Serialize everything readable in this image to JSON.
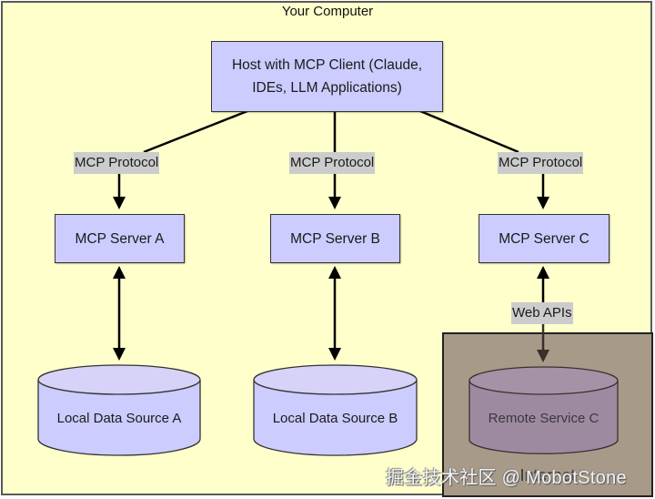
{
  "diagram": {
    "frame_title": "Your Computer",
    "host": {
      "line1": "Host with MCP Client (Claude,",
      "line2": "IDEs, LLM Applications)"
    },
    "protocol_labels": [
      "MCP Protocol",
      "MCP Protocol",
      "MCP Protocol"
    ],
    "servers": [
      "MCP Server A",
      "MCP Server B",
      "MCP Server C"
    ],
    "data_sources": [
      "Local Data Source A",
      "Local Data Source B"
    ],
    "remote_service": "Remote Service C",
    "web_api_label": "Web APIs",
    "internet_label": "Internet",
    "watermark": "掘金技术社区 @ MobotStone",
    "colors": {
      "computer_bg": "#ffffcc",
      "node_fill": "#ccccff",
      "label_bg": "#cccccc",
      "internet_bg": "#a89a88",
      "remote_fill": "#9e8aa0"
    },
    "edges": [
      {
        "from": "host",
        "to": "MCP Server A",
        "label": "MCP Protocol",
        "direction": "to"
      },
      {
        "from": "host",
        "to": "MCP Server B",
        "label": "MCP Protocol",
        "direction": "to"
      },
      {
        "from": "host",
        "to": "MCP Server C",
        "label": "MCP Protocol",
        "direction": "to"
      },
      {
        "from": "MCP Server A",
        "to": "Local Data Source A",
        "direction": "both"
      },
      {
        "from": "MCP Server B",
        "to": "Local Data Source B",
        "direction": "both"
      },
      {
        "from": "MCP Server C",
        "to": "Remote Service C",
        "label": "Web APIs",
        "direction": "both"
      }
    ]
  }
}
